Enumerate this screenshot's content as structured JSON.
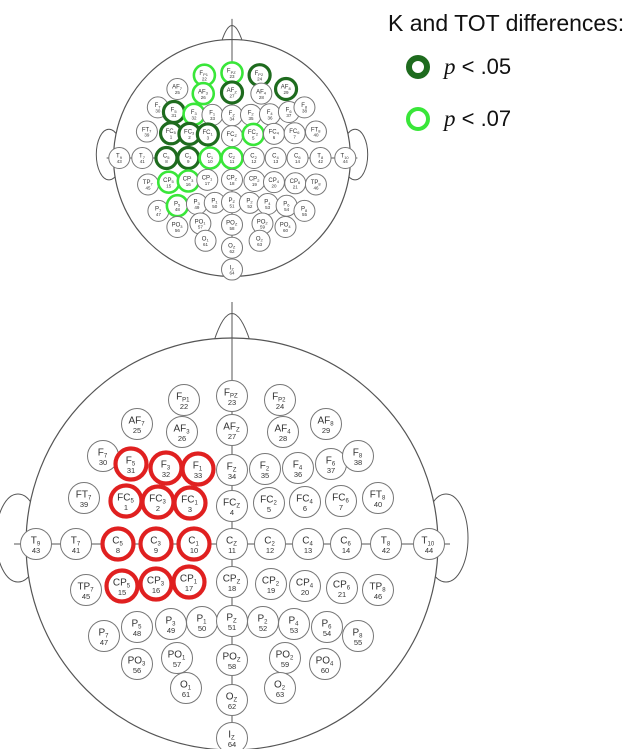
{
  "legend": {
    "title": "K and TOT differences:",
    "items": [
      {
        "p": "p",
        "rest": " < .05",
        "color": "#1e6b1e",
        "level": "p05"
      },
      {
        "p": "p",
        "rest": " < .07",
        "color": "#39e639",
        "level": "p07"
      }
    ]
  },
  "highlight_colors": {
    "p05": "#1e6b1e",
    "p07": "#39e639",
    "bottom": "#e02020"
  },
  "electrodes": [
    {
      "id": "Fp1",
      "letters": "F",
      "sub": "P1",
      "num": "22"
    },
    {
      "id": "Fpz",
      "letters": "F",
      "sub": "PZ",
      "num": "23"
    },
    {
      "id": "Fp2",
      "letters": "F",
      "sub": "P2",
      "num": "24"
    },
    {
      "id": "AF7",
      "letters": "AF",
      "sub": "7",
      "num": "25"
    },
    {
      "id": "AF3",
      "letters": "AF",
      "sub": "3",
      "num": "26"
    },
    {
      "id": "AFz",
      "letters": "AF",
      "sub": "Z",
      "num": "27"
    },
    {
      "id": "AF4",
      "letters": "AF",
      "sub": "4",
      "num": "28"
    },
    {
      "id": "AF8",
      "letters": "AF",
      "sub": "8",
      "num": "29"
    },
    {
      "id": "F7",
      "letters": "F",
      "sub": "7",
      "num": "30"
    },
    {
      "id": "F5",
      "letters": "F",
      "sub": "5",
      "num": "31"
    },
    {
      "id": "F3",
      "letters": "F",
      "sub": "3",
      "num": "32"
    },
    {
      "id": "F1",
      "letters": "F",
      "sub": "1",
      "num": "33"
    },
    {
      "id": "Fz",
      "letters": "F",
      "sub": "Z",
      "num": "34"
    },
    {
      "id": "F2",
      "letters": "F",
      "sub": "2",
      "num": "35"
    },
    {
      "id": "F4",
      "letters": "F",
      "sub": "4",
      "num": "36"
    },
    {
      "id": "F6",
      "letters": "F",
      "sub": "6",
      "num": "37"
    },
    {
      "id": "F8",
      "letters": "F",
      "sub": "8",
      "num": "38"
    },
    {
      "id": "FT7",
      "letters": "FT",
      "sub": "7",
      "num": "39"
    },
    {
      "id": "FC5",
      "letters": "FC",
      "sub": "5",
      "num": "1"
    },
    {
      "id": "FC3",
      "letters": "FC",
      "sub": "3",
      "num": "2"
    },
    {
      "id": "FC1",
      "letters": "FC",
      "sub": "1",
      "num": "3"
    },
    {
      "id": "FCz",
      "letters": "FC",
      "sub": "Z",
      "num": "4"
    },
    {
      "id": "FC2",
      "letters": "FC",
      "sub": "2",
      "num": "5"
    },
    {
      "id": "FC4",
      "letters": "FC",
      "sub": "4",
      "num": "6"
    },
    {
      "id": "FC6",
      "letters": "FC",
      "sub": "6",
      "num": "7"
    },
    {
      "id": "FT8",
      "letters": "FT",
      "sub": "8",
      "num": "40"
    },
    {
      "id": "T9",
      "letters": "T",
      "sub": "9",
      "num": "43"
    },
    {
      "id": "T7",
      "letters": "T",
      "sub": "7",
      "num": "41"
    },
    {
      "id": "C5",
      "letters": "C",
      "sub": "5",
      "num": "8"
    },
    {
      "id": "C3",
      "letters": "C",
      "sub": "3",
      "num": "9"
    },
    {
      "id": "C1",
      "letters": "C",
      "sub": "1",
      "num": "10"
    },
    {
      "id": "Cz",
      "letters": "C",
      "sub": "Z",
      "num": "11"
    },
    {
      "id": "C2",
      "letters": "C",
      "sub": "2",
      "num": "12"
    },
    {
      "id": "C4",
      "letters": "C",
      "sub": "4",
      "num": "13"
    },
    {
      "id": "C6",
      "letters": "C",
      "sub": "6",
      "num": "14"
    },
    {
      "id": "T8",
      "letters": "T",
      "sub": "8",
      "num": "42"
    },
    {
      "id": "T10",
      "letters": "T",
      "sub": "10",
      "num": "44"
    },
    {
      "id": "TP7",
      "letters": "TP",
      "sub": "7",
      "num": "45"
    },
    {
      "id": "CP5",
      "letters": "CP",
      "sub": "5",
      "num": "15"
    },
    {
      "id": "CP3",
      "letters": "CP",
      "sub": "3",
      "num": "16"
    },
    {
      "id": "CP1",
      "letters": "CP",
      "sub": "1",
      "num": "17"
    },
    {
      "id": "CPz",
      "letters": "CP",
      "sub": "Z",
      "num": "18"
    },
    {
      "id": "CP2",
      "letters": "CP",
      "sub": "2",
      "num": "19"
    },
    {
      "id": "CP4",
      "letters": "CP",
      "sub": "4",
      "num": "20"
    },
    {
      "id": "CP6",
      "letters": "CP",
      "sub": "6",
      "num": "21"
    },
    {
      "id": "TP8",
      "letters": "TP",
      "sub": "8",
      "num": "46"
    },
    {
      "id": "P7",
      "letters": "P",
      "sub": "7",
      "num": "47"
    },
    {
      "id": "P5",
      "letters": "P",
      "sub": "5",
      "num": "48"
    },
    {
      "id": "P3",
      "letters": "P",
      "sub": "3",
      "num": "49"
    },
    {
      "id": "P1",
      "letters": "P",
      "sub": "1",
      "num": "50"
    },
    {
      "id": "Pz",
      "letters": "P",
      "sub": "Z",
      "num": "51"
    },
    {
      "id": "P2",
      "letters": "P",
      "sub": "2",
      "num": "52"
    },
    {
      "id": "P4",
      "letters": "P",
      "sub": "4",
      "num": "53"
    },
    {
      "id": "P6",
      "letters": "P",
      "sub": "6",
      "num": "54"
    },
    {
      "id": "P8",
      "letters": "P",
      "sub": "8",
      "num": "55"
    },
    {
      "id": "PO3",
      "letters": "PO",
      "sub": "3",
      "num": "56"
    },
    {
      "id": "PO1",
      "letters": "PO",
      "sub": "1",
      "num": "57"
    },
    {
      "id": "POz",
      "letters": "PO",
      "sub": "Z",
      "num": "58"
    },
    {
      "id": "PO2",
      "letters": "PO",
      "sub": "2",
      "num": "59"
    },
    {
      "id": "PO4",
      "letters": "PO",
      "sub": "4",
      "num": "60"
    },
    {
      "id": "O1",
      "letters": "O",
      "sub": "1",
      "num": "61"
    },
    {
      "id": "Oz",
      "letters": "O",
      "sub": "Z",
      "num": "62"
    },
    {
      "id": "O2",
      "letters": "O",
      "sub": "2",
      "num": "63"
    },
    {
      "id": "Iz",
      "letters": "I",
      "sub": "Z",
      "num": "64"
    }
  ],
  "maps": [
    {
      "name": "top-map",
      "highlights": {
        "p05": [
          "AFz",
          "Fp2",
          "AF8",
          "F5",
          "FC5",
          "FC3",
          "FC1",
          "C5",
          "C3"
        ],
        "p07": [
          "Fp1",
          "Fpz",
          "AF3",
          "F3",
          "FC2",
          "C1",
          "Cz",
          "CP5",
          "CP3",
          "P5"
        ]
      }
    },
    {
      "name": "bottom-map",
      "highlights": {
        "bottom": [
          "F5",
          "F3",
          "F1",
          "FC5",
          "FC3",
          "FC1",
          "C5",
          "C3",
          "C1",
          "CP5",
          "CP3",
          "CP1"
        ]
      }
    }
  ]
}
